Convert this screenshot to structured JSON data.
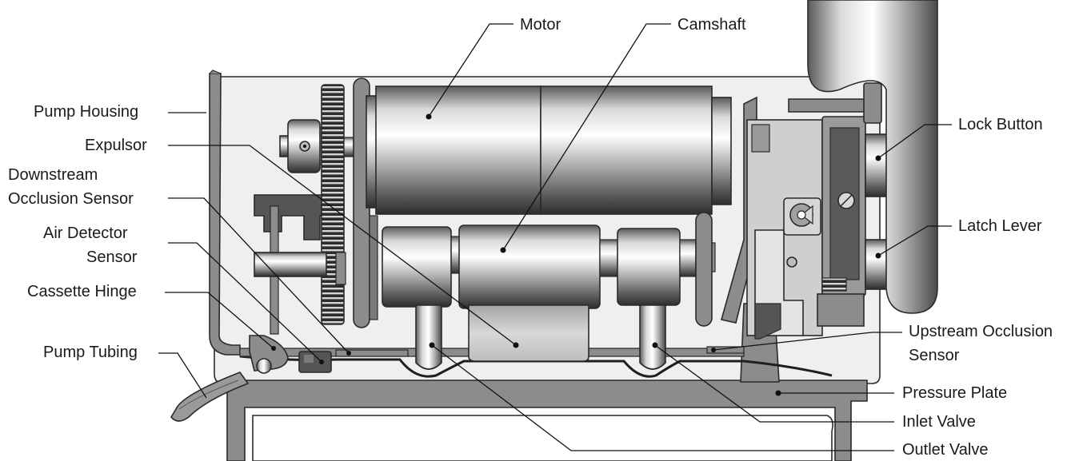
{
  "labels": {
    "motor": "Motor",
    "camshaft": "Camshaft",
    "pump_housing": "Pump Housing",
    "expulsor": "Expulsor",
    "downstream_line1": "Downstream",
    "downstream_line2": "Occlusion Sensor",
    "air_detector_line1": "Air Detector",
    "air_detector_line2": "Sensor",
    "cassette_hinge": "Cassette Hinge",
    "pump_tubing": "Pump Tubing",
    "lock_button": "Lock Button",
    "latch_lever": "Latch Lever",
    "upstream_line1": "Upstream Occlusion",
    "upstream_line2": "Sensor",
    "pressure_plate": "Pressure Plate",
    "inlet_valve": "Inlet Valve",
    "outlet_valve": "Outlet Valve"
  },
  "colors": {
    "housing_fill": "#efefef",
    "frame_gray": "#8c8c8c",
    "dark_gray": "#555555",
    "metal_light": "#f2f2f2",
    "metal_dark": "#3e3e3e",
    "label_text": "#1a1a1a"
  }
}
